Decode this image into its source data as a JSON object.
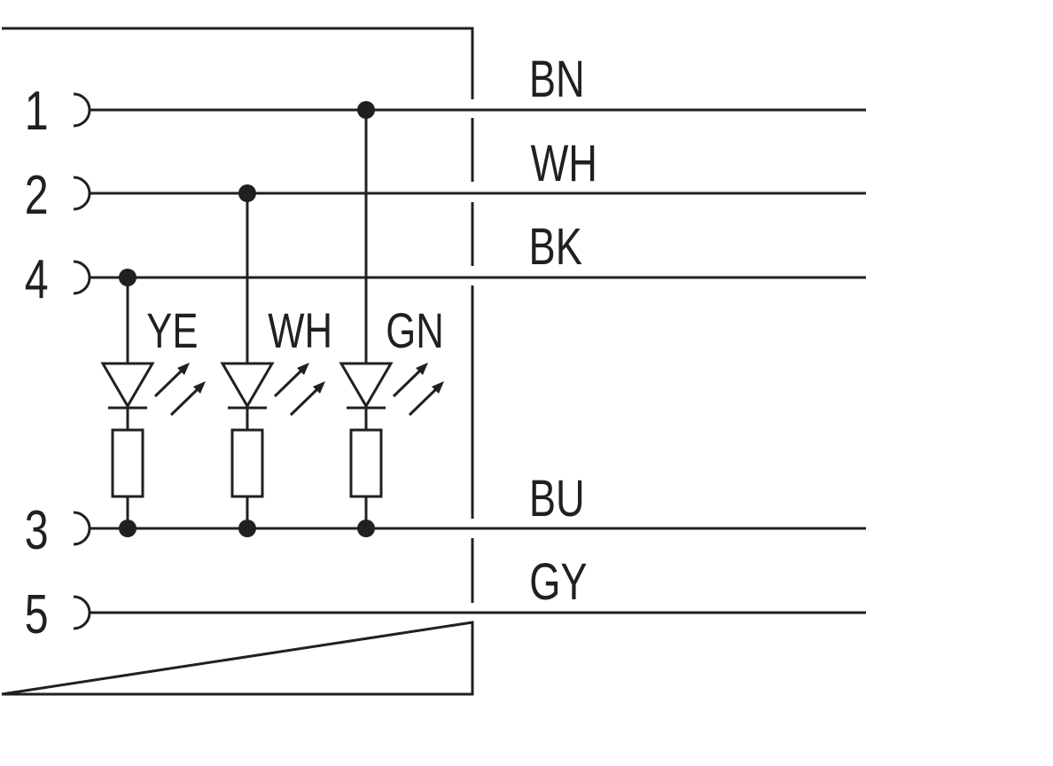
{
  "pins": [
    {
      "label": "1"
    },
    {
      "label": "2"
    },
    {
      "label": "4"
    },
    {
      "label": "3"
    },
    {
      "label": "5"
    }
  ],
  "wires": [
    {
      "label": "BN"
    },
    {
      "label": "WH"
    },
    {
      "label": "BK"
    },
    {
      "label": "BU"
    },
    {
      "label": "GY"
    }
  ],
  "leds": [
    {
      "label": "YE"
    },
    {
      "label": "WH"
    },
    {
      "label": "GN"
    }
  ],
  "colors": {
    "line": "#231f20",
    "background": "#ffffff"
  }
}
